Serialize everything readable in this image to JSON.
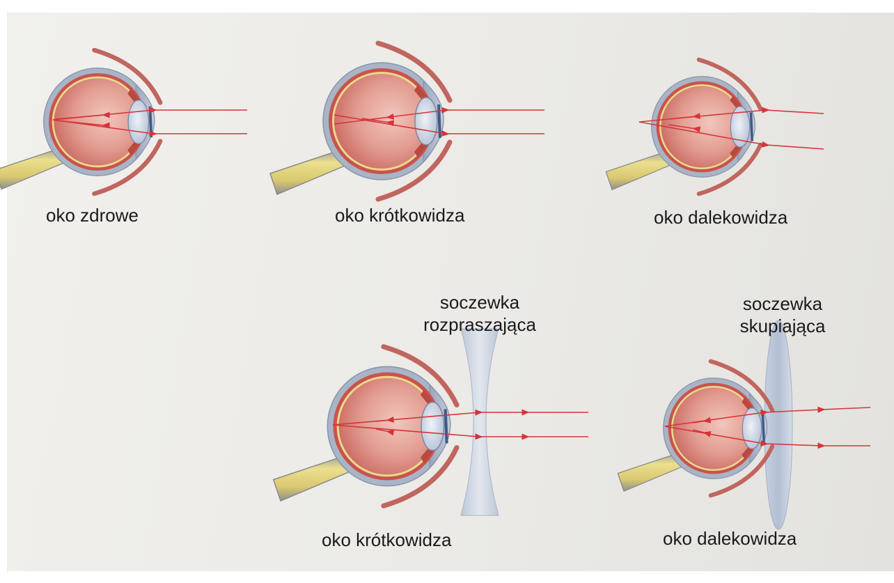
{
  "labels": {
    "top_healthy": "oko zdrowe",
    "top_myopic": "oko krótkowidza",
    "top_hyperopic": "oko dalekowidza",
    "bottom_myopic": "oko krótkowidza",
    "bottom_hyperopic": "oko dalekowidza"
  },
  "lenses": {
    "diverging_line1": "soczewka",
    "diverging_line2": "rozpraszająca",
    "converging_line1": "soczewka",
    "converging_line2": "skupiająca"
  },
  "colors": {
    "ray": "#d6343a",
    "eye_interior": "#d98a80",
    "sclera": "#a7b2c4",
    "nerve": "#e8dc8c",
    "lens": "#c9d4e4"
  }
}
